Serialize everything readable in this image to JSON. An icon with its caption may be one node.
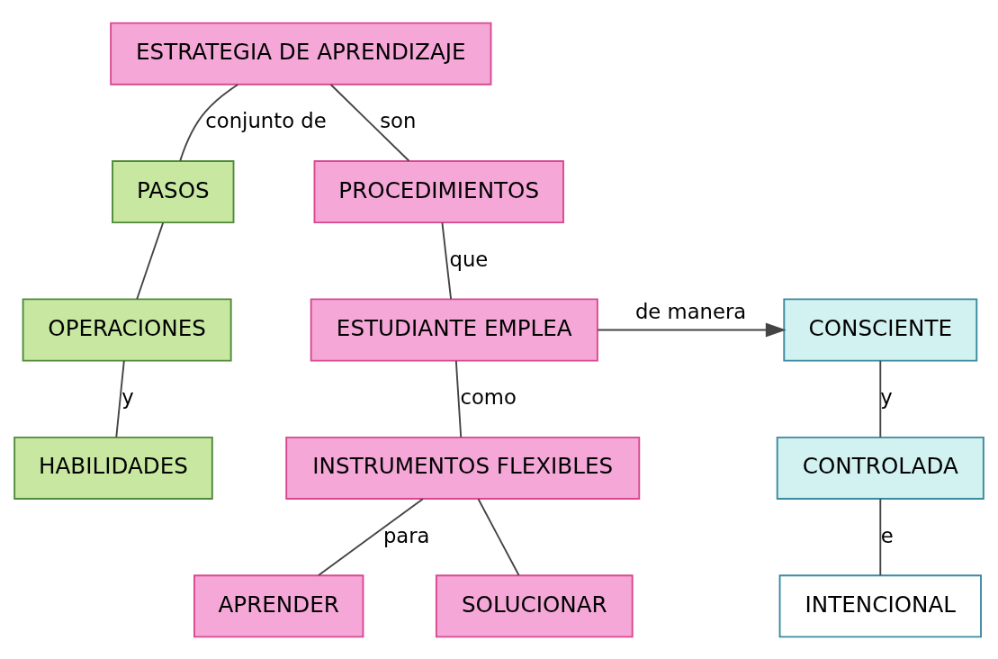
{
  "diagram": {
    "nodes": [
      {
        "text": [
          "ESTRATEGIA DE APRENDIZAJE"
        ]
      },
      {
        "text": [
          "PASOS"
        ]
      },
      {
        "text": [
          "PROCEDIMIENTOS"
        ]
      },
      {
        "text": [
          "CONSCIENTE"
        ]
      },
      {
        "text": [
          "ESTUDIANTE EMPLEA"
        ]
      },
      {
        "text": [
          "OPERACIONES"
        ]
      },
      {
        "text": [
          "CONTROLADA"
        ]
      },
      {
        "text": [
          "INSTRUMENTOS FLEXIBLES"
        ]
      },
      {
        "text": [
          "HABILIDADES"
        ]
      },
      {
        "text": [
          "APRENDER"
        ]
      },
      {
        "text": [
          "SOLUCIONAR"
        ]
      },
      {
        "text": [
          "INTENCIONAL"
        ]
      }
    ],
    "edges": [
      {
        "from": 0,
        "to": 1,
        "arrow": "none",
        "label": "conjunto de"
      },
      {
        "from": 0,
        "to": 2,
        "arrow": "none",
        "label": "son"
      },
      {
        "from": 2,
        "to": 4,
        "arrow": "none",
        "label": "que"
      },
      {
        "from": 4,
        "to": 3,
        "arrow": "to",
        "label": "de manera"
      },
      {
        "from": 4,
        "to": 7,
        "arrow": "none",
        "label": "como"
      },
      {
        "from": 7,
        "to": 9,
        "arrow": "none",
        "label": "para"
      },
      {
        "from": 7,
        "to": 10,
        "arrow": "none"
      },
      {
        "from": 1,
        "to": 5,
        "arrow": "none"
      },
      {
        "from": 5,
        "to": 8,
        "arrow": "none",
        "label": "y"
      },
      {
        "from": 3,
        "to": 6,
        "arrow": "none",
        "label": "y"
      },
      {
        "from": 6,
        "to": 11,
        "arrow": "none",
        "label": "e"
      }
    ]
  }
}
